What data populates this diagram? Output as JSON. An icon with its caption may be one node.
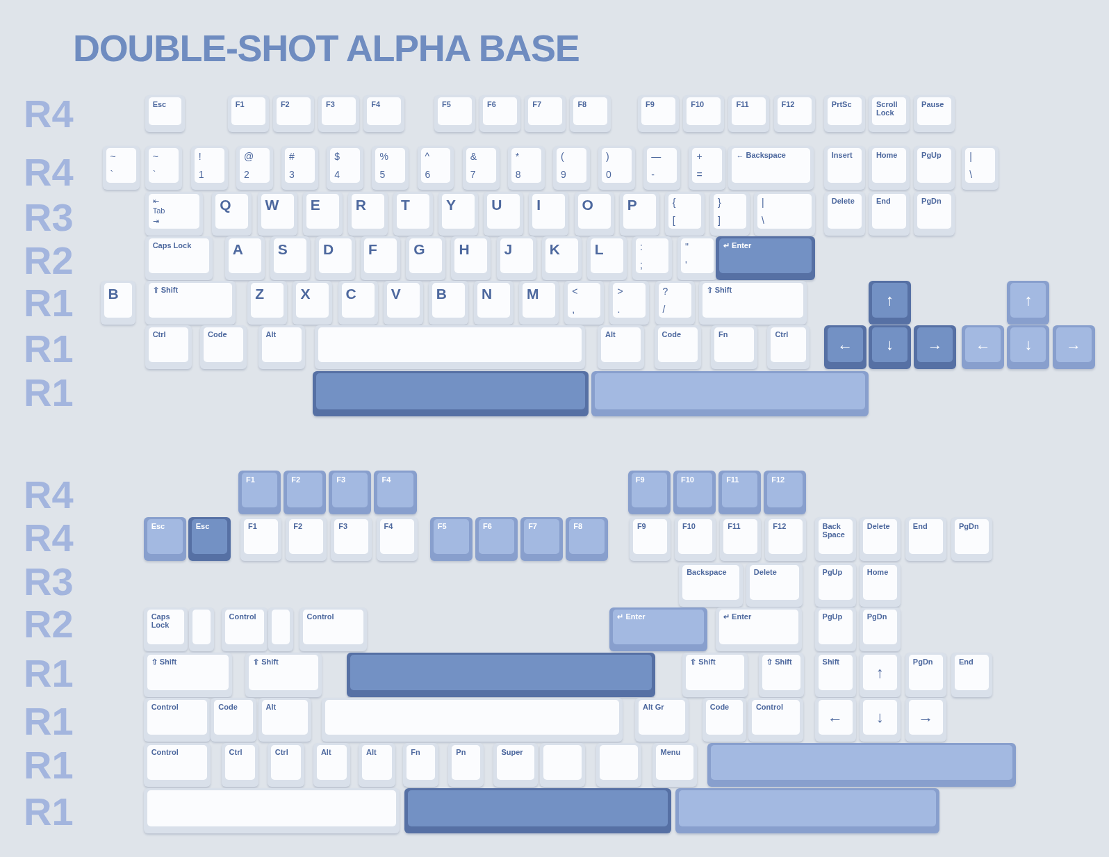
{
  "diagram": {
    "title": "DOUBLE-SHOT ALPHA BASE",
    "nodes": [
      {
        "text": [
          "Esc"
        ]
      },
      {
        "text": [
          "F1"
        ]
      },
      {
        "text": [
          "F2"
        ]
      },
      {
        "text": [
          "F3"
        ]
      },
      {
        "text": [
          "F4"
        ]
      },
      {
        "text": [
          "F5"
        ]
      },
      {
        "text": [
          "F6"
        ]
      },
      {
        "text": [
          "F7"
        ]
      },
      {
        "text": [
          "F8"
        ]
      },
      {
        "text": [
          "F9"
        ]
      },
      {
        "text": [
          "F10"
        ]
      },
      {
        "text": [
          "F11"
        ]
      },
      {
        "text": [
          "F12"
        ]
      },
      {
        "text": [
          "PrtSc"
        ]
      },
      {
        "text": [
          "Scroll Lock"
        ]
      },
      {
        "text": [
          "Pause"
        ]
      },
      {
        "text": [
          "~",
          "`"
        ]
      },
      {
        "text": [
          "~",
          "`"
        ]
      },
      {
        "text": [
          "!",
          "1"
        ]
      },
      {
        "text": [
          "@",
          "2"
        ]
      },
      {
        "text": [
          "#",
          "3"
        ]
      },
      {
        "text": [
          "$",
          "4"
        ]
      },
      {
        "text": [
          "%",
          "5"
        ]
      },
      {
        "text": [
          "^",
          "6"
        ]
      },
      {
        "text": [
          "&",
          "7"
        ]
      },
      {
        "text": [
          "*",
          "8"
        ]
      },
      {
        "text": [
          "(",
          "9"
        ]
      },
      {
        "text": [
          ")",
          "0"
        ]
      },
      {
        "text": [
          "—",
          "-"
        ]
      },
      {
        "text": [
          "+",
          "="
        ]
      },
      {
        "text": [
          "← Backspace"
        ]
      },
      {
        "text": [
          "Insert"
        ]
      },
      {
        "text": [
          "Home"
        ]
      },
      {
        "text": [
          "PgUp"
        ]
      },
      {
        "text": [
          "|",
          "\\"
        ]
      },
      {
        "text": [
          "⇤",
          "Tab",
          "⇥"
        ]
      },
      {
        "text": [
          "Q"
        ]
      },
      {
        "text": [
          "W"
        ]
      },
      {
        "text": [
          "E"
        ]
      },
      {
        "text": [
          "R"
        ]
      },
      {
        "text": [
          "T"
        ]
      },
      {
        "text": [
          "Y"
        ]
      },
      {
        "text": [
          "U"
        ]
      },
      {
        "text": [
          "I"
        ]
      },
      {
        "text": [
          "O"
        ]
      },
      {
        "text": [
          "P"
        ]
      },
      {
        "text": [
          "{",
          "["
        ]
      },
      {
        "text": [
          "}",
          "]"
        ]
      },
      {
        "text": [
          "|",
          "\\"
        ]
      },
      {
        "text": [
          "Delete"
        ]
      },
      {
        "text": [
          "End"
        ]
      },
      {
        "text": [
          "PgDn"
        ]
      },
      {
        "text": [
          "Caps Lock"
        ]
      },
      {
        "text": [
          "A"
        ]
      },
      {
        "text": [
          "S"
        ]
      },
      {
        "text": [
          "D"
        ]
      },
      {
        "text": [
          "F"
        ]
      },
      {
        "text": [
          "G"
        ]
      },
      {
        "text": [
          "H"
        ]
      },
      {
        "text": [
          "J"
        ]
      },
      {
        "text": [
          "K"
        ]
      },
      {
        "text": [
          "L"
        ]
      },
      {
        "text": [
          ":",
          ";"
        ]
      },
      {
        "text": [
          "\"",
          "'"
        ]
      },
      {
        "text": [
          "↵ Enter"
        ]
      },
      {
        "text": [
          "B"
        ]
      },
      {
        "text": [
          "⇧ Shift"
        ]
      },
      {
        "text": [
          "Z"
        ]
      },
      {
        "text": [
          "X"
        ]
      },
      {
        "text": [
          "C"
        ]
      },
      {
        "text": [
          "V"
        ]
      },
      {
        "text": [
          "B"
        ]
      },
      {
        "text": [
          "N"
        ]
      },
      {
        "text": [
          "M"
        ]
      },
      {
        "text": [
          "<",
          ","
        ]
      },
      {
        "text": [
          ">",
          "."
        ]
      },
      {
        "text": [
          "?",
          "/"
        ]
      },
      {
        "text": [
          "⇧ Shift"
        ]
      },
      {
        "text": [
          "↑"
        ]
      },
      {
        "text": [
          "↑"
        ]
      },
      {
        "text": [
          "Ctrl"
        ]
      },
      {
        "text": [
          "Code"
        ]
      },
      {
        "text": [
          "Alt"
        ]
      },
      {
        "text": [],
        "shape": "box"
      },
      {
        "text": [
          "Alt"
        ]
      },
      {
        "text": [
          "Code"
        ]
      },
      {
        "text": [
          "Fn"
        ]
      },
      {
        "text": [
          "Ctrl"
        ]
      },
      {
        "text": [
          "←"
        ]
      },
      {
        "text": [
          "↓"
        ]
      },
      {
        "text": [
          "→"
        ]
      },
      {
        "text": [
          "←"
        ]
      },
      {
        "text": [
          "↓"
        ]
      },
      {
        "text": [
          "→"
        ]
      },
      {
        "text": [],
        "shape": "box"
      },
      {
        "text": [],
        "shape": "box"
      },
      {
        "text": [
          "F1"
        ]
      },
      {
        "text": [
          "F2"
        ]
      },
      {
        "text": [
          "F3"
        ]
      },
      {
        "text": [
          "F4"
        ]
      },
      {
        "text": [
          "F9"
        ]
      },
      {
        "text": [
          "F10"
        ]
      },
      {
        "text": [
          "F11"
        ]
      },
      {
        "text": [
          "F12"
        ]
      },
      {
        "text": [
          "Esc"
        ]
      },
      {
        "text": [
          "Esc"
        ]
      },
      {
        "text": [
          "F1"
        ]
      },
      {
        "text": [
          "F2"
        ]
      },
      {
        "text": [
          "F3"
        ]
      },
      {
        "text": [
          "F4"
        ]
      },
      {
        "text": [
          "F5"
        ]
      },
      {
        "text": [
          "F6"
        ]
      },
      {
        "text": [
          "F7"
        ]
      },
      {
        "text": [
          "F8"
        ]
      },
      {
        "text": [
          "F9"
        ]
      },
      {
        "text": [
          "F10"
        ]
      },
      {
        "text": [
          "F11"
        ]
      },
      {
        "text": [
          "F12"
        ]
      },
      {
        "text": [
          "Back Space"
        ]
      },
      {
        "text": [
          "Delete"
        ]
      },
      {
        "text": [
          "End"
        ]
      },
      {
        "text": [
          "PgDn"
        ]
      },
      {
        "text": [
          "Backspace"
        ]
      },
      {
        "text": [
          "Delete"
        ]
      },
      {
        "text": [
          "PgUp"
        ]
      },
      {
        "text": [
          "Home"
        ]
      },
      {
        "text": [
          "Caps Lock"
        ]
      },
      {
        "text": [],
        "shape": "box"
      },
      {
        "text": [
          "Control"
        ]
      },
      {
        "text": [],
        "shape": "box"
      },
      {
        "text": [
          "Control"
        ]
      },
      {
        "text": [
          "↵ Enter"
        ]
      },
      {
        "text": [
          "↵ Enter"
        ]
      },
      {
        "text": [
          "PgUp"
        ]
      },
      {
        "text": [
          "PgDn"
        ]
      },
      {
        "text": [
          "⇧ Shift"
        ]
      },
      {
        "text": [
          "⇧ Shift"
        ]
      },
      {
        "text": [],
        "shape": "box"
      },
      {
        "text": [
          "⇧ Shift"
        ]
      },
      {
        "text": [
          "⇧ Shift"
        ]
      },
      {
        "text": [
          "Shift"
        ]
      },
      {
        "text": [
          "↑"
        ]
      },
      {
        "text": [
          "PgDn"
        ]
      },
      {
        "text": [
          "End"
        ]
      },
      {
        "text": [
          "Control"
        ]
      },
      {
        "text": [
          "Code"
        ]
      },
      {
        "text": [
          "Alt"
        ]
      },
      {
        "text": [],
        "shape": "box"
      },
      {
        "text": [
          "Alt Gr"
        ]
      },
      {
        "text": [
          "Code"
        ]
      },
      {
        "text": [
          "Control"
        ]
      },
      {
        "text": [
          "←"
        ]
      },
      {
        "text": [
          "↓"
        ]
      },
      {
        "text": [
          "→"
        ]
      },
      {
        "text": [
          "Control"
        ]
      },
      {
        "text": [
          "Ctrl"
        ]
      },
      {
        "text": [
          "Ctrl"
        ]
      },
      {
        "text": [
          "Alt"
        ]
      },
      {
        "text": [
          "Alt"
        ]
      },
      {
        "text": [
          "Fn"
        ]
      },
      {
        "text": [
          "Pn"
        ]
      },
      {
        "text": [
          "Super"
        ]
      },
      {
        "text": [],
        "shape": "box"
      },
      {
        "text": [],
        "shape": "box"
      },
      {
        "text": [
          "Menu"
        ]
      },
      {
        "text": [],
        "shape": "box"
      },
      {
        "text": [],
        "shape": "box"
      },
      {
        "text": [],
        "shape": "box"
      },
      {
        "text": [],
        "shape": "box"
      }
    ],
    "labels": [
      "R4",
      "R4",
      "R3",
      "R2",
      "R1",
      "R1",
      "R1",
      "R4",
      "R4",
      "R3",
      "R2",
      "R1",
      "R1",
      "R1",
      "R1"
    ]
  }
}
